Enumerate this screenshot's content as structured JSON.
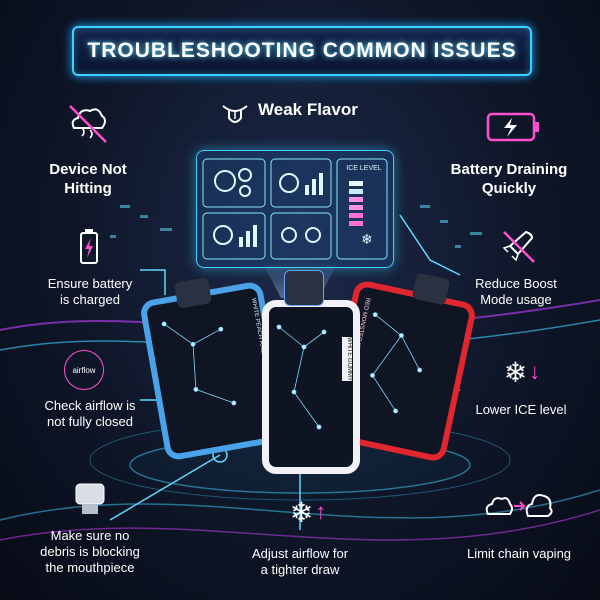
{
  "title": "TROUBLESHOOTING COMMON ISSUES",
  "issues": {
    "weak_flavor": "Weak Flavor",
    "device_not_hitting": [
      "Device Not",
      "Hitting"
    ],
    "battery_draining": [
      "Battery Draining",
      "Quickly"
    ]
  },
  "tips": {
    "ensure_battery": [
      "Ensure battery",
      "is charged"
    ],
    "check_airflow": [
      "Check airflow is",
      "not fully closed"
    ],
    "make_sure_debris": [
      "Make sure no",
      "debris is blocking",
      "the mouthpiece"
    ],
    "adjust_airflow": [
      "Adjust airflow for",
      "a tighter draw"
    ],
    "reduce_boost": [
      "Reduce Boost",
      "Mode usage"
    ],
    "lower_ice": "Lower ICE level",
    "limit_chain": "Limit chain vaping"
  },
  "screen": {
    "ice_level_label": "ICE LEVEL"
  },
  "airflow_icon_text": "airflow",
  "devices": {
    "left_label": "WHITE PEACH RASPBERRY",
    "center_label": "WHITE GUMMY",
    "right_label": "RED MONSTER ICE"
  },
  "colors": {
    "accent": "#3fd0ff",
    "left_device": "#4aa3e8",
    "center_device": "#f2f2f6",
    "right_device": "#e0262e"
  }
}
